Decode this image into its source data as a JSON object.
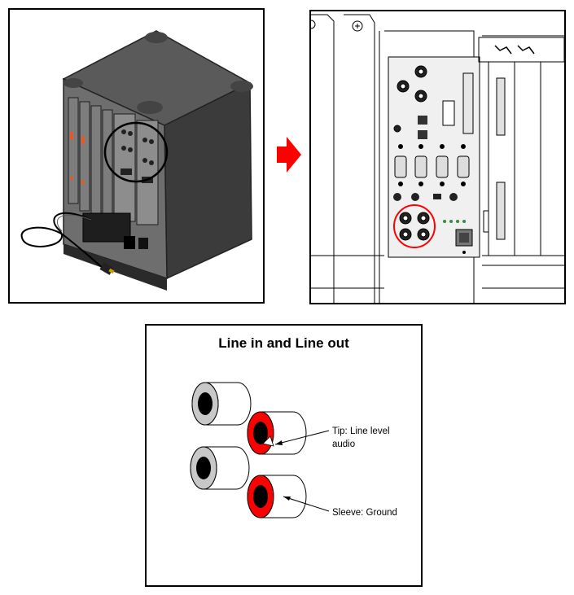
{
  "figure": {
    "accent_color": "#ff0000",
    "tower_panel": {
      "label": ""
    },
    "rear_panel": {
      "label": ""
    },
    "jacks_panel": {
      "title": "Line in  and Line out",
      "callouts": {
        "tip": "Tip: Line level audio",
        "sleeve": "Sleeve: Ground"
      },
      "jack_colors": {
        "line_in": "#c8c8c8",
        "line_out": "#ff0000"
      }
    },
    "icons": [
      "power-cord-icon",
      "arrow-right-icon",
      "audio-jack-icon"
    ]
  }
}
